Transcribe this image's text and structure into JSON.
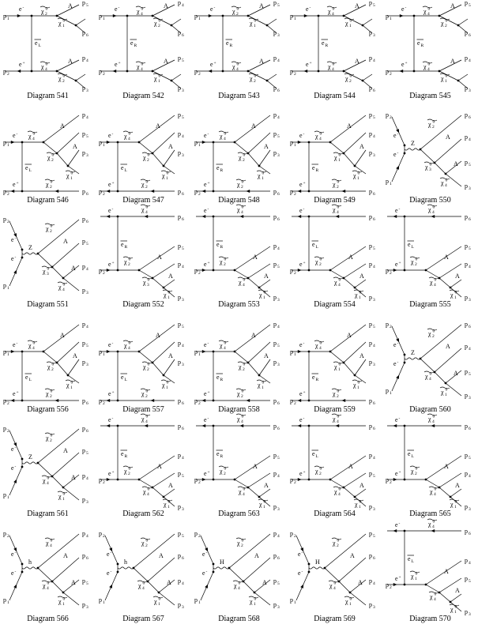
{
  "caption_prefix": "Diagram",
  "numbers": [
    541,
    542,
    543,
    544,
    545,
    546,
    547,
    548,
    549,
    550,
    551,
    552,
    553,
    554,
    555,
    556,
    557,
    558,
    559,
    560,
    561,
    562,
    563,
    564,
    565,
    566,
    567,
    568,
    569,
    570
  ],
  "labels": {
    "p1": "p",
    "s1": "1",
    "p2": "p",
    "s2": "2",
    "p3": "p",
    "s3": "3",
    "p4": "p",
    "s4": "4",
    "p5": "p",
    "s5": "5",
    "p6": "p",
    "s6": "6",
    "A": "A",
    "Z": "Z",
    "h": "h",
    "H": "H",
    "e": "e",
    "eminus": "-",
    "eplus": "+",
    "eL": "e",
    "L": "L",
    "eR": "e",
    "R": "R",
    "chi": "χ",
    "n1": "1",
    "n2": "2",
    "n3": "3",
    "n4": "4",
    "zero": "0"
  }
}
